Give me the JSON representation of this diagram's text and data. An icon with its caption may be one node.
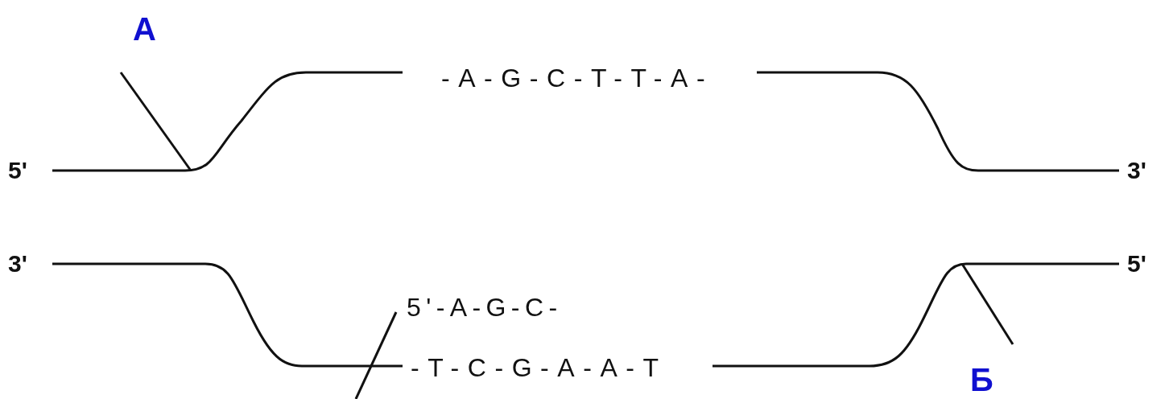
{
  "diagram": {
    "labels": [
      "А",
      "-A-G-C-T-T-A-",
      "5'",
      "3'",
      "3'",
      "5'",
      "5'-A-G-C-",
      "-T-C-G-A-A-T",
      "Б"
    ]
  }
}
